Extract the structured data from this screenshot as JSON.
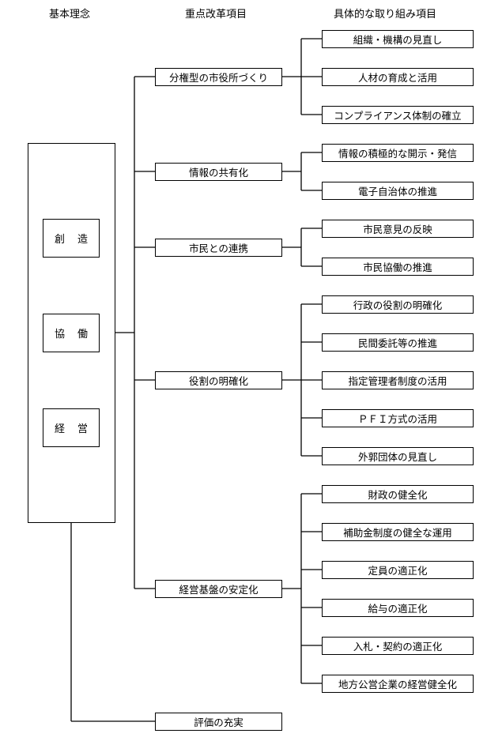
{
  "headers": {
    "basic": "基本理念",
    "priority": "重点改革項目",
    "specific": "具体的な取り組み項目"
  },
  "concepts": [
    "創造",
    "協働",
    "経営"
  ],
  "priorities": [
    "分権型の市役所づくり",
    "情報の共有化",
    "市民との連携",
    "役割の明確化",
    "経営基盤の安定化",
    "評価の充実"
  ],
  "initiatives": [
    "組織・機構の見直し",
    "人材の育成と活用",
    "コンプライアンス体制の確立",
    "情報の積極的な開示・発信",
    "電子自治体の推進",
    "市民意見の反映",
    "市民協働の推進",
    "行政の役割の明確化",
    "民間委託等の推進",
    "指定管理者制度の活用",
    "ＰＦＩ方式の活用",
    "外郭団体の見直し",
    "財政の健全化",
    "補助金制度の健全な運用",
    "定員の適正化",
    "給与の適正化",
    "入札・契約の適正化",
    "地方公営企業の経営健全化"
  ]
}
